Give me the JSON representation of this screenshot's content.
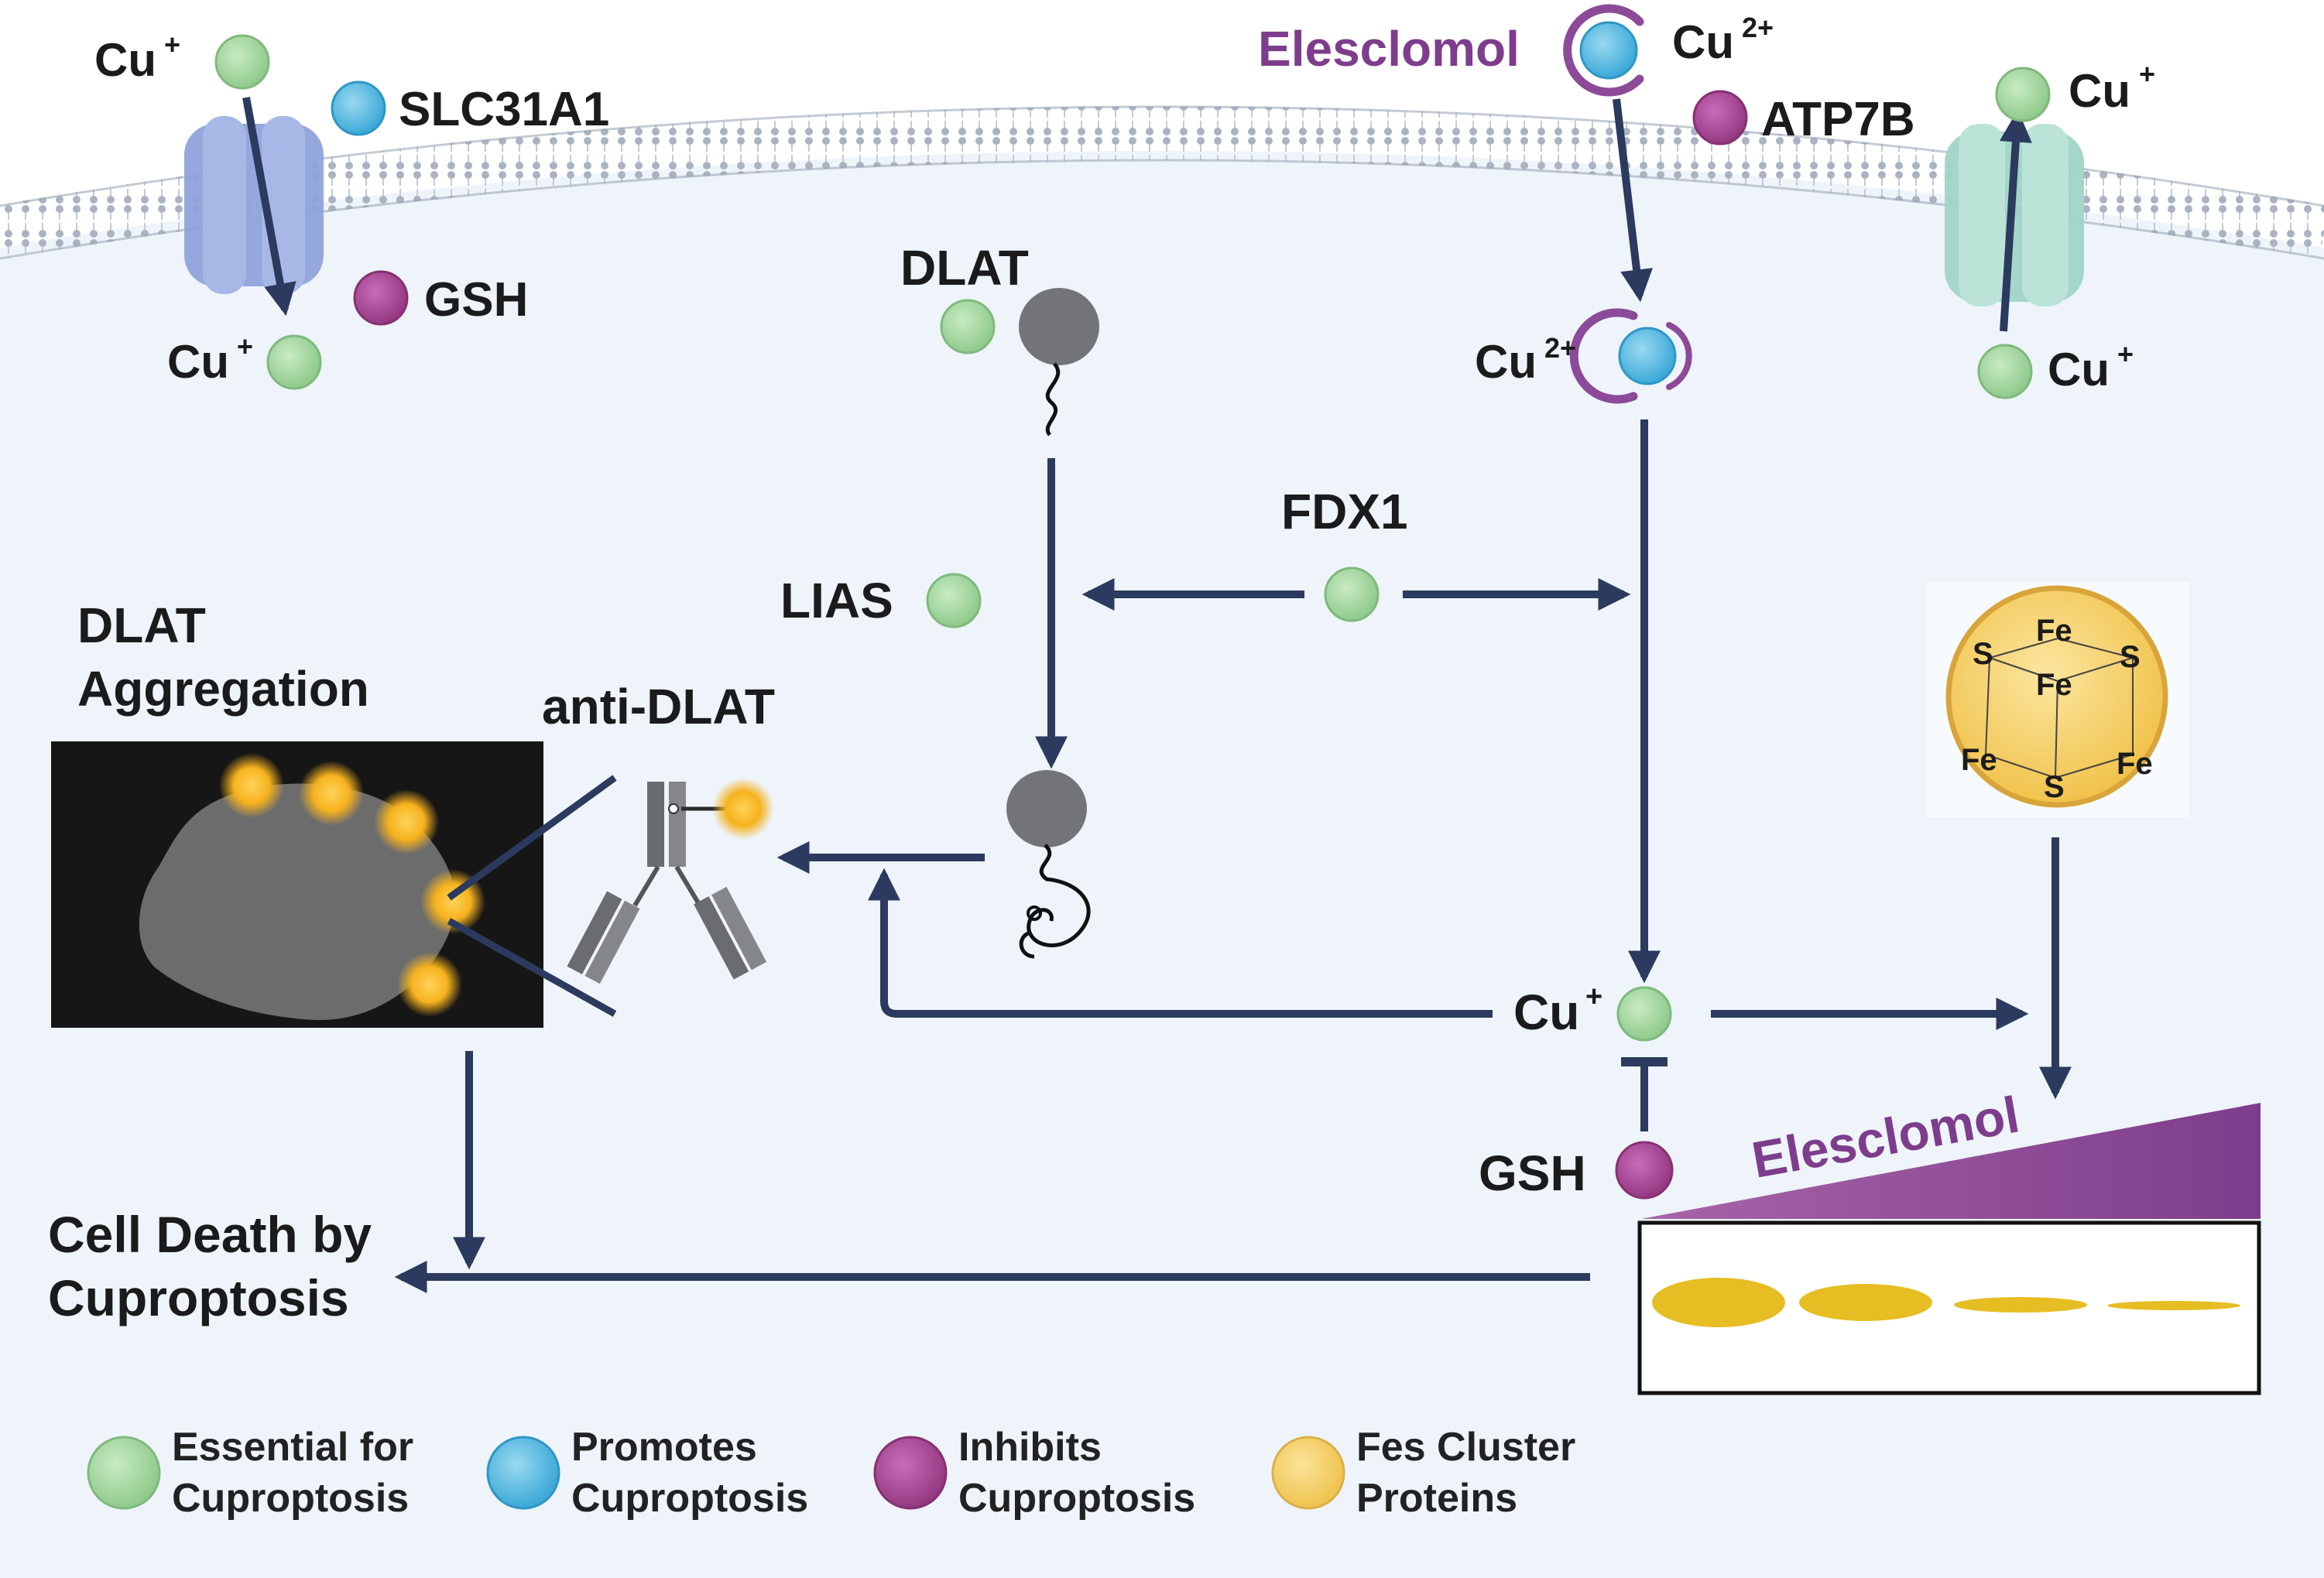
{
  "colors": {
    "essential": "#a6d8a3",
    "promotes": "#5bbde4",
    "inhibits": "#a8489a",
    "fes": "#f3ce6a",
    "arrow": "#2b3a5e",
    "elesclomol": "#7e3d8c",
    "cell": "#eef4fa"
  },
  "top_left": {
    "cu_out": "Cu",
    "cu_out_sup": "+",
    "transporter": "SLC31A1",
    "gsh": "GSH",
    "cu_in": "Cu",
    "cu_in_sup": "+"
  },
  "top_center": {
    "elesclomol": "Elesclomol",
    "cu_out": "Cu",
    "cu_out_sup": "2+",
    "atp7b": "ATP7B",
    "cu_in": "Cu",
    "cu_in_sup": "2+"
  },
  "top_right": {
    "cu_out": "Cu",
    "cu_out_sup": "+",
    "cu_in": "Cu",
    "cu_in_sup": "+"
  },
  "center": {
    "dlat": "DLAT",
    "fdx1": "FDX1",
    "lias": "LIAS",
    "anti_dlat": "anti-DLAT",
    "cu_plus": "Cu",
    "cu_plus_sup": "+",
    "gsh": "GSH"
  },
  "left": {
    "aggregation_line1": "DLAT",
    "aggregation_line2": "Aggregation",
    "death_line1": "Cell Death by",
    "death_line2": "Cuproptosis"
  },
  "right": {
    "fe_s_labels": [
      "Fe",
      "S",
      "S",
      "Fe",
      "Fe",
      "S",
      "Fe"
    ],
    "elesclomol_gradient": "Elesclomol"
  },
  "legend": [
    {
      "line1": "Essential for",
      "line2": "Cuproptosis",
      "color": "essential"
    },
    {
      "line1": "Promotes",
      "line2": "Cuproptosis",
      "color": "promotes"
    },
    {
      "line1": "Inhibits",
      "line2": "Cuproptosis",
      "color": "inhibits"
    },
    {
      "line1": "Fes Cluster",
      "line2": "Proteins",
      "color": "fes"
    }
  ]
}
